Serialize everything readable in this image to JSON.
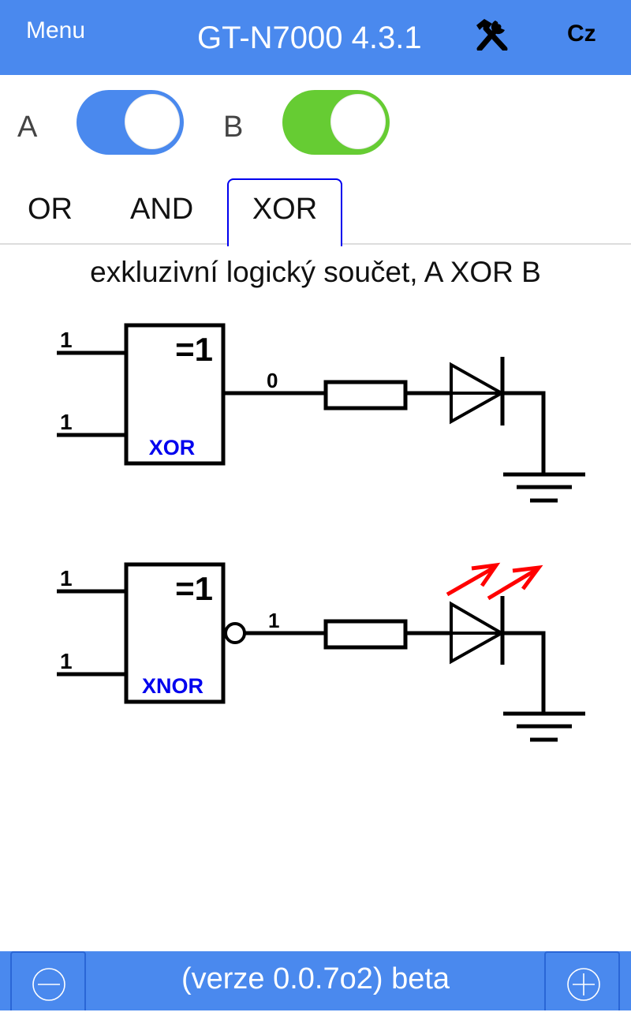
{
  "header": {
    "menu_label": "Menu",
    "title": "GT-N7000 4.3.1",
    "tools_icon": "hammer-wrench-icon",
    "language_label": "Cz"
  },
  "switches": [
    {
      "label": "A",
      "state": "on",
      "color": "#4a89ee"
    },
    {
      "label": "B",
      "state": "on",
      "color": "#66cc33"
    }
  ],
  "tabs": [
    {
      "label": "OR",
      "active": false
    },
    {
      "label": "AND",
      "active": false
    },
    {
      "label": "XOR",
      "active": true
    }
  ],
  "description": "exkluzivní logický součet, A XOR B",
  "circuits": [
    {
      "gate_name": "XOR",
      "gate_symbol": "=1",
      "input1": "1",
      "input2": "1",
      "output": "0",
      "inverted_output": false,
      "led_lit": false
    },
    {
      "gate_name": "XNOR",
      "gate_symbol": "=1",
      "input1": "1",
      "input2": "1",
      "output": "1",
      "inverted_output": true,
      "led_lit": true
    }
  ],
  "colors": {
    "accent": "#4a89ee",
    "gate_label": "#0000ee",
    "led_light": "#ff0000",
    "tab_border": "#0000ee"
  },
  "footer": {
    "zoom_out_icon": "circle-minus-icon",
    "version_text": "(verze 0.0.7o2) beta",
    "zoom_in_icon": "circle-plus-icon"
  }
}
